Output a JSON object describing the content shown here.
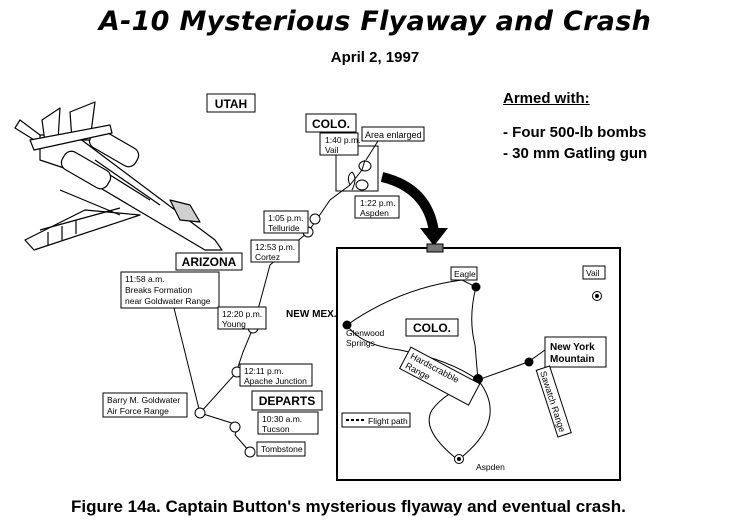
{
  "header": {
    "title": "A-10 Mysterious Flyaway and Crash",
    "date": "April 2, 1997"
  },
  "armament": {
    "heading": "Armed with:",
    "items": [
      "- Four 500-lb bombs",
      "- 30 mm Gatling gun"
    ]
  },
  "overview_map": {
    "states": {
      "utah": "UTAH",
      "colo": "COLO.",
      "arizona": "ARIZONA",
      "new_mex": "NEW MEX."
    },
    "area_enlarged": "Area enlarged",
    "departs": "DEPARTS",
    "waypoints": [
      {
        "time": "1:40 p.m.",
        "place": "Vail"
      },
      {
        "time": "1:22 p.m.",
        "place": "Aspden"
      },
      {
        "time": "1:05 p.m.",
        "place": "Telluride"
      },
      {
        "time": "12:53 p.m.",
        "place": "Cortez"
      },
      {
        "time": "11:58 a.m.",
        "line2": "Breaks Formation",
        "line3": "near Goldwater Range"
      },
      {
        "time": "12:20 p.m.",
        "place": "Young"
      },
      {
        "time": "12:11 p.m.",
        "place": "Apache Junction"
      },
      {
        "time": "10:30 a.m.",
        "place": "Tucson"
      }
    ],
    "goldwater": [
      "Barry M. Goldwater",
      "Air Force Range"
    ],
    "tombstone": "Tombstone"
  },
  "detail_map": {
    "state": "COLO.",
    "eagle": "Eagle",
    "vail": "Vail",
    "glenwood": [
      "Glenwood",
      "Springs"
    ],
    "hardscrabble": [
      "Hardscrabble",
      "Range"
    ],
    "new_york": [
      "New York",
      "Mountain"
    ],
    "sawatch": "Sawatch Range",
    "aspden": "Aspden",
    "legend": "Flight path"
  },
  "caption": "Figure 14a.  Captain Button's mysterious flyaway and eventual crash."
}
